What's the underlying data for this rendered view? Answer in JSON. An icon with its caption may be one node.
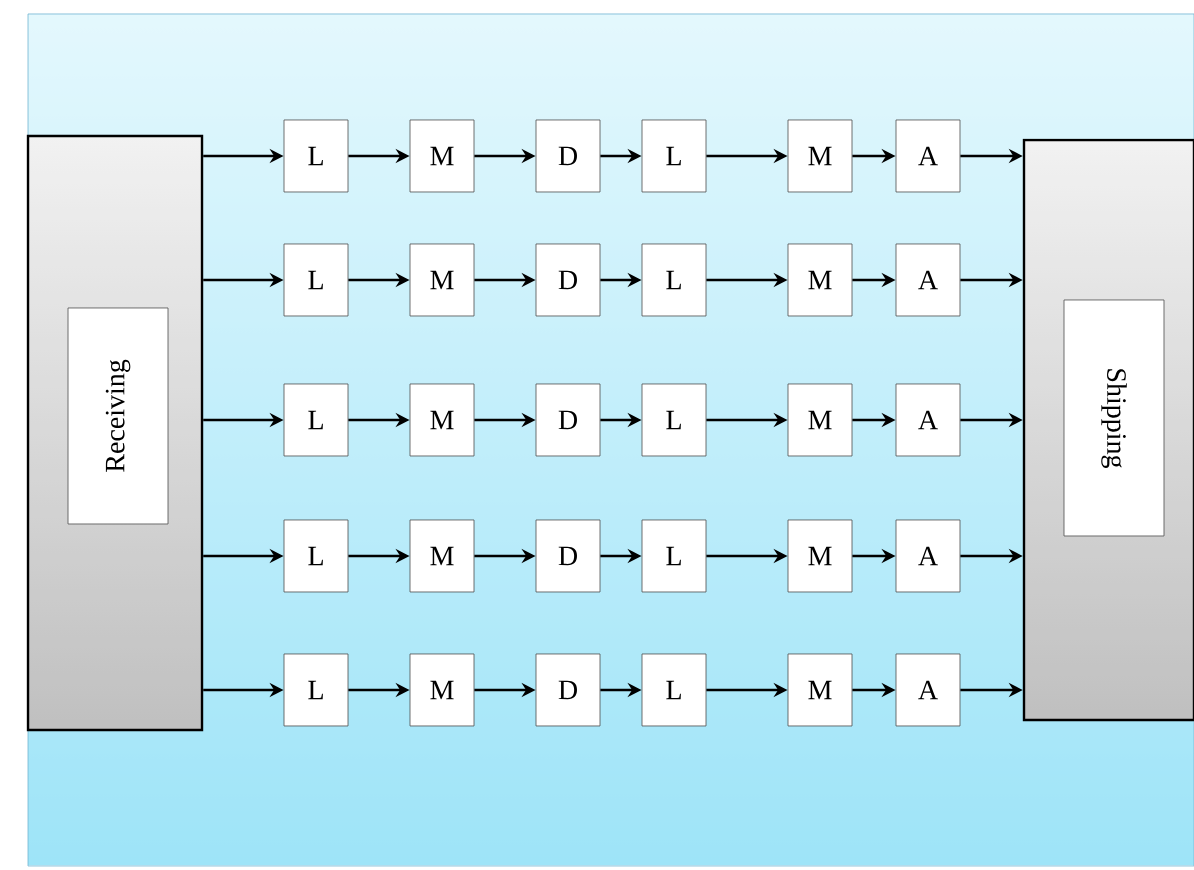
{
  "diagram": {
    "nodes": [
      {
        "text": [],
        "shape": "box"
      },
      {
        "text": [
          "Receiving"
        ],
        "in": 0
      },
      {
        "text": [
          "L"
        ]
      },
      {
        "text": [
          "M"
        ]
      },
      {
        "text": [
          "D"
        ]
      },
      {
        "text": [
          "L"
        ]
      },
      {
        "text": [
          "M"
        ]
      },
      {
        "text": [
          "A"
        ]
      },
      {
        "text": [
          "L"
        ]
      },
      {
        "text": [
          "M"
        ]
      },
      {
        "text": [
          "D"
        ]
      },
      {
        "text": [
          "L"
        ]
      },
      {
        "text": [
          "M"
        ]
      },
      {
        "text": [
          "A"
        ]
      },
      {
        "text": [
          "L"
        ]
      },
      {
        "text": [
          "M"
        ]
      },
      {
        "text": [
          "D"
        ]
      },
      {
        "text": [
          "L"
        ]
      },
      {
        "text": [
          "M"
        ]
      },
      {
        "text": [
          "A"
        ]
      },
      {
        "text": [
          "L"
        ]
      },
      {
        "text": [
          "M"
        ]
      },
      {
        "text": [
          "D"
        ]
      },
      {
        "text": [
          "L"
        ]
      },
      {
        "text": [
          "M"
        ]
      },
      {
        "text": [
          "A"
        ]
      },
      {
        "text": [
          "L"
        ]
      },
      {
        "text": [
          "M"
        ]
      },
      {
        "text": [
          "D"
        ]
      },
      {
        "text": [
          "L"
        ]
      },
      {
        "text": [
          "M"
        ]
      },
      {
        "text": [
          "A"
        ]
      },
      {
        "text": [],
        "shape": "box"
      },
      {
        "text": [
          "Shipping"
        ],
        "in": 32
      }
    ],
    "edges": [
      {
        "from": 0,
        "to": 2,
        "arrow": "to"
      },
      {
        "from": 2,
        "to": 3,
        "arrow": "to"
      },
      {
        "from": 3,
        "to": 4,
        "arrow": "to"
      },
      {
        "from": 4,
        "to": 5,
        "arrow": "to"
      },
      {
        "from": 5,
        "to": 6,
        "arrow": "to"
      },
      {
        "from": 6,
        "to": 7,
        "arrow": "to"
      },
      {
        "from": 7,
        "to": 32,
        "arrow": "to"
      },
      {
        "from": 0,
        "to": 8,
        "arrow": "to"
      },
      {
        "from": 8,
        "to": 9,
        "arrow": "to"
      },
      {
        "from": 9,
        "to": 10,
        "arrow": "to"
      },
      {
        "from": 10,
        "to": 11,
        "arrow": "to"
      },
      {
        "from": 11,
        "to": 12,
        "arrow": "to"
      },
      {
        "from": 12,
        "to": 13,
        "arrow": "to"
      },
      {
        "from": 13,
        "to": 32,
        "arrow": "to"
      },
      {
        "from": 0,
        "to": 14,
        "arrow": "to"
      },
      {
        "from": 14,
        "to": 15,
        "arrow": "to"
      },
      {
        "from": 15,
        "to": 16,
        "arrow": "to"
      },
      {
        "from": 16,
        "to": 17,
        "arrow": "to"
      },
      {
        "from": 17,
        "to": 18,
        "arrow": "to"
      },
      {
        "from": 18,
        "to": 19,
        "arrow": "to"
      },
      {
        "from": 19,
        "to": 32,
        "arrow": "to"
      },
      {
        "from": 0,
        "to": 20,
        "arrow": "to"
      },
      {
        "from": 20,
        "to": 21,
        "arrow": "to"
      },
      {
        "from": 21,
        "to": 22,
        "arrow": "to"
      },
      {
        "from": 22,
        "to": 23,
        "arrow": "to"
      },
      {
        "from": 23,
        "to": 24,
        "arrow": "to"
      },
      {
        "from": 24,
        "to": 25,
        "arrow": "to"
      },
      {
        "from": 25,
        "to": 32,
        "arrow": "to"
      },
      {
        "from": 0,
        "to": 26,
        "arrow": "to"
      },
      {
        "from": 26,
        "to": 27,
        "arrow": "to"
      },
      {
        "from": 27,
        "to": 28,
        "arrow": "to"
      },
      {
        "from": 28,
        "to": 29,
        "arrow": "to"
      },
      {
        "from": 29,
        "to": 30,
        "arrow": "to"
      },
      {
        "from": 30,
        "to": 31,
        "arrow": "to"
      },
      {
        "from": 31,
        "to": 32,
        "arrow": "to"
      }
    ]
  }
}
